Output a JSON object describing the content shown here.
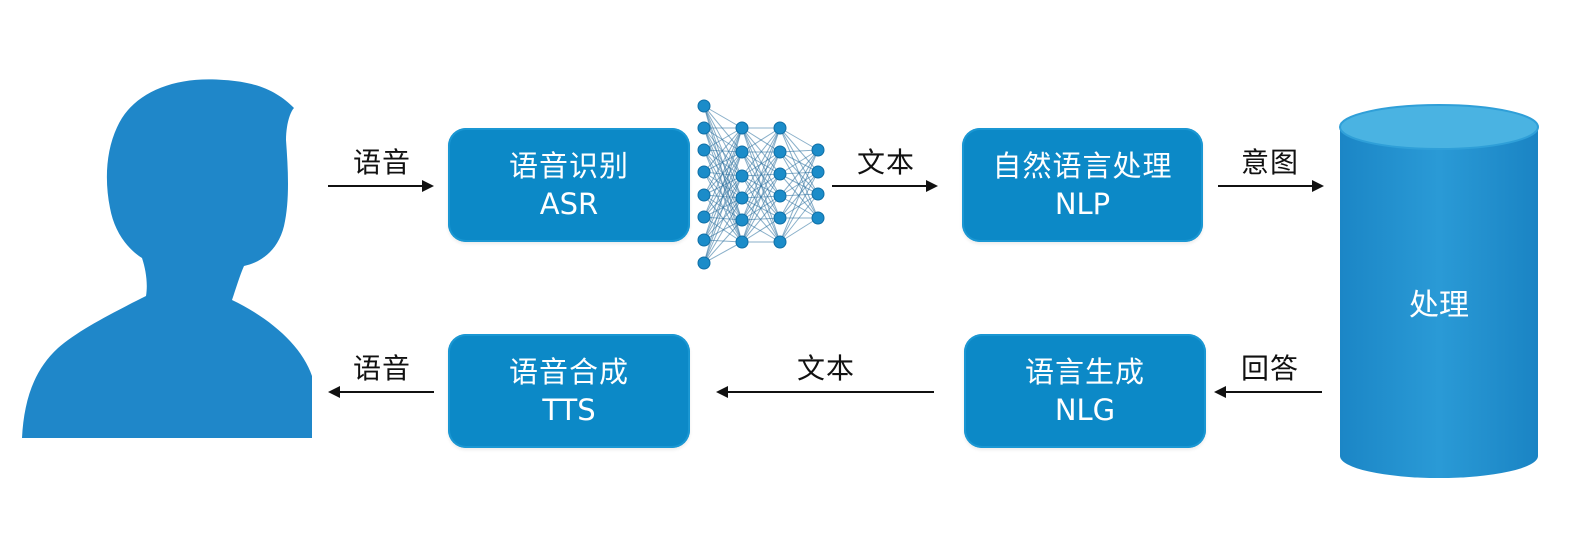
{
  "user": {
    "icon": "person-silhouette-icon"
  },
  "top_row": {
    "speech_label": "语音",
    "asr": {
      "title": "语音识别",
      "abbr": "ASR"
    },
    "neural_network": {
      "icon": "neural-network-icon"
    },
    "text_label": "文本",
    "nlp": {
      "title": "自然语言处理",
      "abbr": "NLP"
    },
    "intent_label": "意图"
  },
  "processing": {
    "label": "处理",
    "icon": "cylinder-icon"
  },
  "bottom_row": {
    "answer_label": "回答",
    "nlg": {
      "title": "语言生成",
      "abbr": "NLG"
    },
    "text_label": "文本",
    "tts": {
      "title": "语音合成",
      "abbr": "TTS"
    },
    "speech_label": "语音"
  },
  "colors": {
    "primary": "#0c89c7",
    "person": "#1f87c9",
    "cylinder": "#1f8fd0",
    "cylinder_top": "#4ab3e2",
    "arrow": "#111111"
  }
}
